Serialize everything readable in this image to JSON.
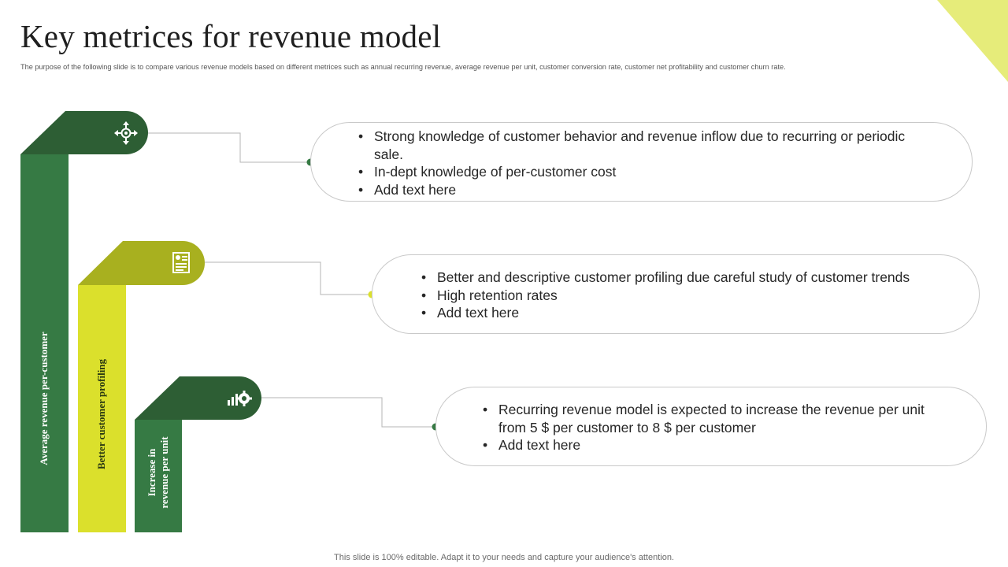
{
  "header": {
    "title": "Key metrices for revenue model",
    "subtitle": "The purpose of the following slide is to compare various revenue models based on different metrices such as annual recurring revenue, average revenue per unit, customer conversion rate, customer net profitability and customer churn rate."
  },
  "colors": {
    "dark_green": "#2d5e34",
    "mid_green": "#367a44",
    "olive": "#a8b01f",
    "lime": "#dbe02c",
    "corner": "#e6ec7a"
  },
  "metrics": [
    {
      "label": "Average revenue per-customer",
      "icon": "network-target-icon",
      "points": [
        "Strong knowledge of customer behavior and revenue inflow due to recurring or periodic sale.",
        "In-dept knowledge of per-customer cost",
        "Add text here"
      ]
    },
    {
      "label": "Better customer profiling",
      "icon": "profile-document-icon",
      "points": [
        "Better and descriptive customer profiling due careful study of customer trends",
        "High retention rates",
        "Add text here"
      ]
    },
    {
      "label_lines": [
        "Increase in",
        "revenue per unit"
      ],
      "icon": "growth-gear-icon",
      "points": [
        "Recurring revenue model is expected to increase the revenue per unit from 5 $ per customer to 8 $ per customer",
        "Add text here"
      ]
    }
  ],
  "footer": "This slide is 100% editable. Adapt it to your needs and capture your audience's attention."
}
